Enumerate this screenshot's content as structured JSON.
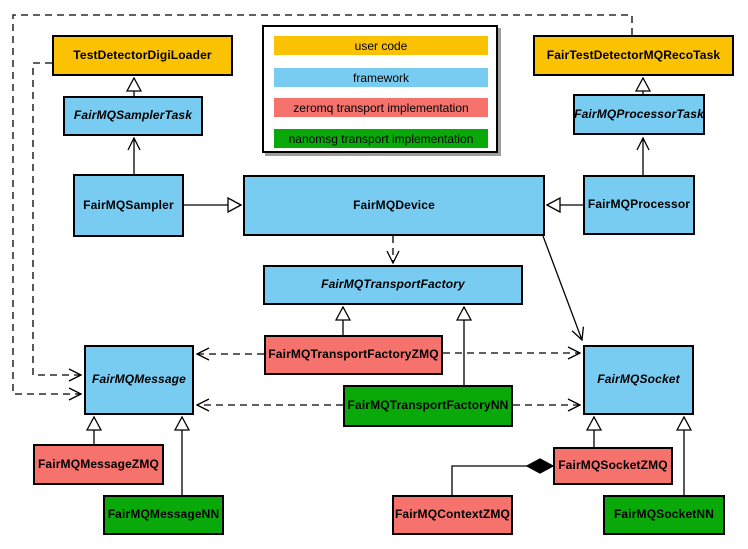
{
  "colors": {
    "user_code": "#FBC203",
    "framework": "#79CCF1",
    "zeromq": "#F6726C",
    "nanomsg": "#09A909",
    "line": "#000000",
    "legend_background": "#FFFFFF"
  },
  "legend": {
    "items": [
      {
        "label": "user code",
        "color": "#FBC203"
      },
      {
        "label": "framework",
        "color": "#79CCF1"
      },
      {
        "label": "zeromq transport implementation",
        "color": "#F6726C"
      },
      {
        "label": "nanomsg transport implementation",
        "color": "#09A909"
      }
    ]
  },
  "classes": {
    "test_detector_digi_loader": {
      "label": "TestDetectorDigiLoader",
      "category": "user code",
      "abstract": false
    },
    "fairmq_sampler_task": {
      "label": "FairMQSamplerTask",
      "category": "framework",
      "abstract": true
    },
    "fair_test_detector_mq_reco_task": {
      "label": "FairTestDetectorMQRecoTask",
      "category": "user code",
      "abstract": false
    },
    "fairmq_processor_task": {
      "label": "FairMQProcessorTask",
      "category": "framework",
      "abstract": true
    },
    "fairmq_sampler": {
      "label": "FairMQSampler",
      "category": "framework",
      "abstract": false
    },
    "fairmq_device": {
      "label": "FairMQDevice",
      "category": "framework",
      "abstract": false
    },
    "fairmq_processor": {
      "label": "FairMQProcessor",
      "category": "framework",
      "abstract": false
    },
    "fairmq_transport_factory": {
      "label": "FairMQTransportFactory",
      "category": "framework",
      "abstract": true
    },
    "fairmq_transport_factory_zmq": {
      "label": "FairMQTransportFactoryZMQ",
      "category": "zeromq",
      "abstract": false
    },
    "fairmq_transport_factory_nn": {
      "label": "FairMQTransportFactoryNN",
      "category": "nanomsg",
      "abstract": false
    },
    "fairmq_message": {
      "label": "FairMQMessage",
      "category": "framework",
      "abstract": true
    },
    "fairmq_socket": {
      "label": "FairMQSocket",
      "category": "framework",
      "abstract": true
    },
    "fairmq_message_zmq": {
      "label": "FairMQMessageZMQ",
      "category": "zeromq",
      "abstract": false
    },
    "fairmq_message_nn": {
      "label": "FairMQMessageNN",
      "category": "nanomsg",
      "abstract": false
    },
    "fairmq_context_zmq": {
      "label": "FairMQContextZMQ",
      "category": "zeromq",
      "abstract": false
    },
    "fairmq_socket_zmq": {
      "label": "FairMQSocketZMQ",
      "category": "zeromq",
      "abstract": false
    },
    "fairmq_socket_nn": {
      "label": "FairMQSocketNN",
      "category": "nanomsg",
      "abstract": false
    }
  }
}
